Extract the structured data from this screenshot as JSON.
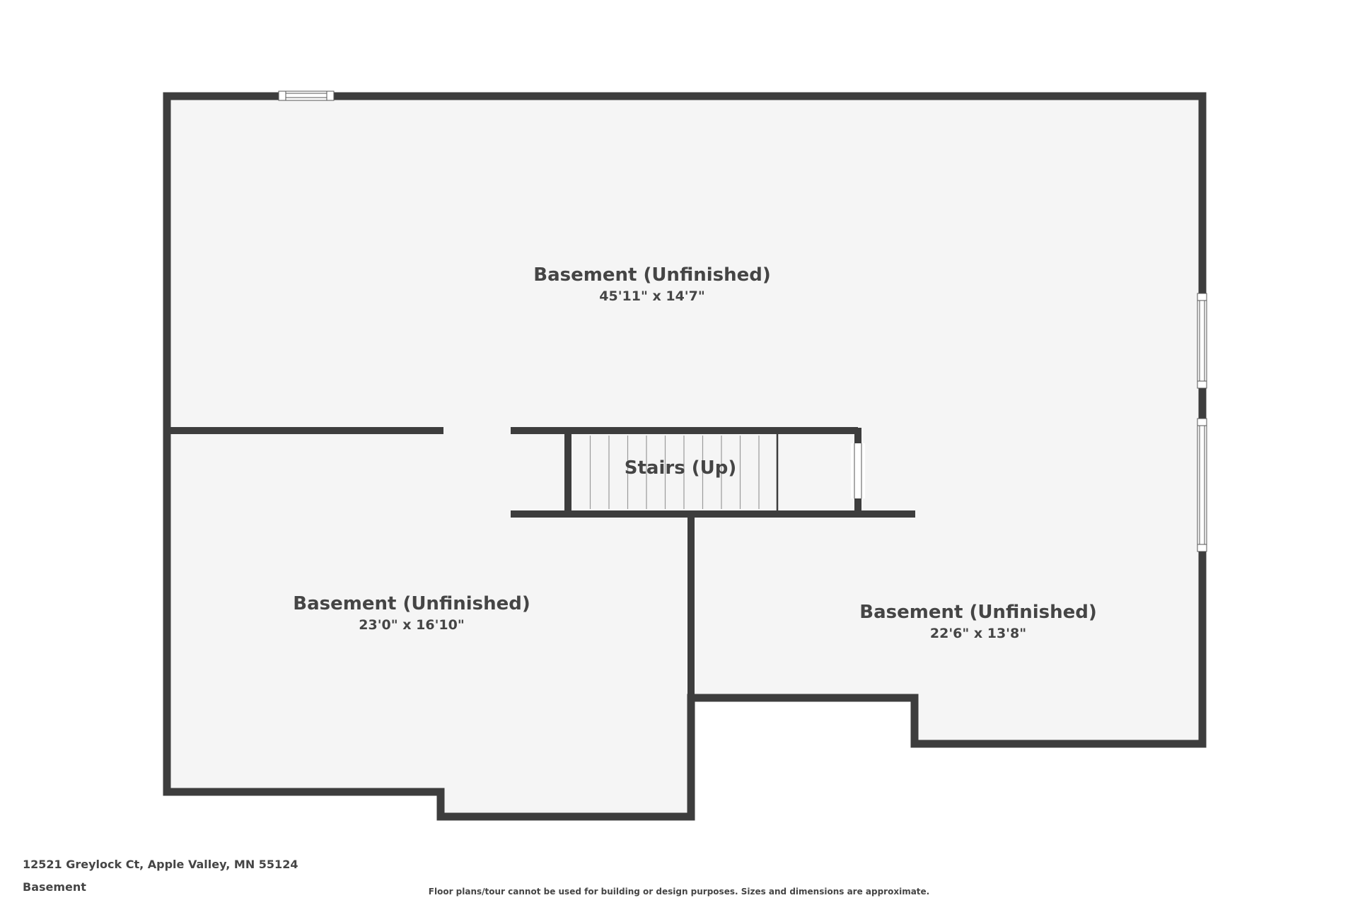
{
  "rooms": [
    {
      "name": "Basement (Unfinished)",
      "dimensions": "45'11\" x 14'7\""
    },
    {
      "name": "Basement (Unfinished)",
      "dimensions": "23'0\" x 16'10\""
    },
    {
      "name": "Basement (Unfinished)",
      "dimensions": "22'6\" x 13'8\""
    }
  ],
  "stairs": {
    "label": "Stairs (Up)"
  },
  "footer": {
    "address": "12521 Greylock Ct, Apple Valley, MN 55124",
    "floor": "Basement",
    "disclaimer": "Floor plans/tour cannot be used for building or design purposes. Sizes and dimensions are approximate."
  },
  "colors": {
    "wall": "#3d3d3d",
    "floor": "#f5f5f5",
    "background": "#ffffff",
    "text": "#454545"
  }
}
